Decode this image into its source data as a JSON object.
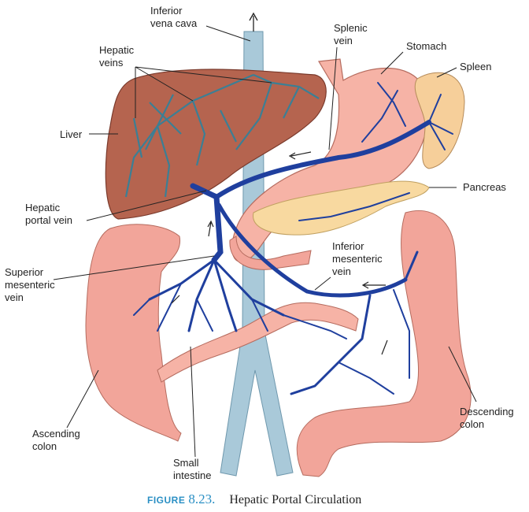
{
  "labels": {
    "inferior_vena_cava": "Inferior\nvena cava",
    "hepatic_veins": "Hepatic\nveins",
    "splenic_vein": "Splenic\nvein",
    "stomach": "Stomach",
    "spleen": "Spleen",
    "liver": "Liver",
    "pancreas": "Pancreas",
    "hepatic_portal_vein": "Hepatic\nportal vein",
    "superior_mesenteric_vein": "Superior\nmesenteric\nvein",
    "inferior_mesenteric_vein": "Inferior\nmesenteric\nvein",
    "ascending_colon": "Ascending\ncolon",
    "small_intestine": "Small\nintestine",
    "descending_colon": "Descending\ncolon"
  },
  "caption": {
    "figure_word": "FIGURE",
    "figure_number": "8.23.",
    "title": "Hepatic Portal Circulation"
  },
  "colors": {
    "vein": "#1f3f9e",
    "vena_cava": "#a9c9d9",
    "liver": "#b5644f",
    "gut": "#f2a59a",
    "pancreas": "#f8d9a0",
    "accent": "#2a8fc4"
  }
}
